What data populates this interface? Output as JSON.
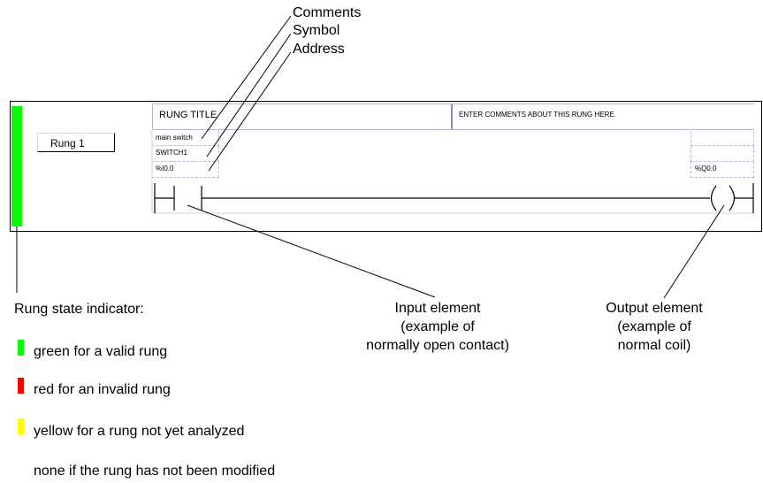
{
  "callouts": {
    "comments": "Comments",
    "symbol": "Symbol",
    "address": "Address"
  },
  "editor": {
    "rung_title": "RUNG TITLE",
    "rung_comments_placeholder": "ENTER COMMENTS ABOUT THIS RUNG HERE.",
    "rung_label": "Rung 1",
    "input": {
      "comment": "main switch",
      "symbol": "SWITCH1",
      "address": "%I0.0"
    },
    "output": {
      "address": "%Q0.0"
    },
    "state_color": "#00ff00"
  },
  "annotations": {
    "state_indicator_title": "Rung state indicator:",
    "input_element": [
      "Input element",
      "(example of",
      "normally open contact)"
    ],
    "output_element": [
      "Output element",
      "(example of",
      "normal coil)"
    ]
  },
  "legend": [
    {
      "color": "#00ff00",
      "text": "green for a valid rung"
    },
    {
      "color": "#ff0000",
      "text": "red for an invalid rung"
    },
    {
      "color": "#ffff00",
      "text": "yellow for a rung not yet analyzed"
    },
    {
      "color": "",
      "text": "none if the rung has not been modified"
    }
  ]
}
